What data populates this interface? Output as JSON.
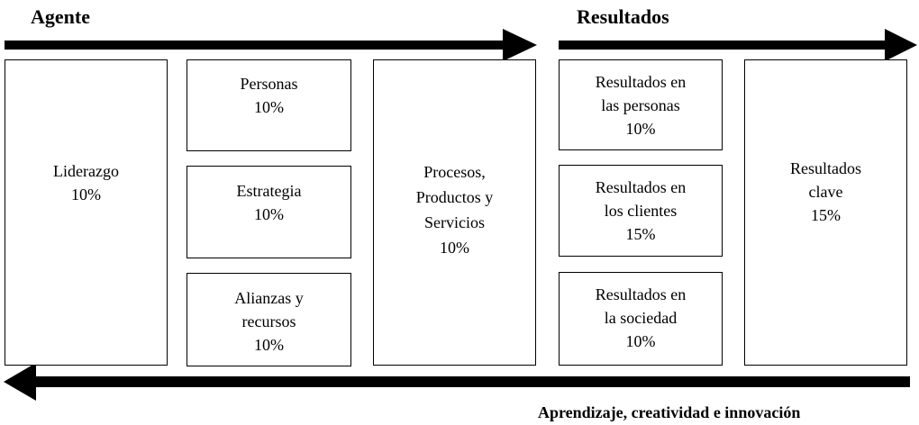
{
  "headings": {
    "agente": "Agente",
    "resultados": "Resultados"
  },
  "boxes": {
    "liderazgo": {
      "lines": [
        "Liderazgo",
        "10%"
      ]
    },
    "personas": {
      "lines": [
        "Personas",
        "10%"
      ]
    },
    "estrategia": {
      "lines": [
        "Estrategia",
        "10%"
      ]
    },
    "alianzas": {
      "lines": [
        "Alianzas y",
        "recursos",
        "10%"
      ]
    },
    "procesos": {
      "lines": [
        "Procesos,",
        "Productos y",
        "Servicios",
        "10%"
      ]
    },
    "res_personas": {
      "lines": [
        "Resultados en",
        "las personas",
        "10%"
      ]
    },
    "res_clientes": {
      "lines": [
        "Resultados en",
        "los clientes",
        "15%"
      ]
    },
    "res_sociedad": {
      "lines": [
        "Resultados en",
        "la sociedad",
        "10%"
      ]
    },
    "res_clave": {
      "lines": [
        "Resultados",
        "clave",
        "15%"
      ]
    }
  },
  "footer": "Aprendizaje, creatividad e innovación"
}
